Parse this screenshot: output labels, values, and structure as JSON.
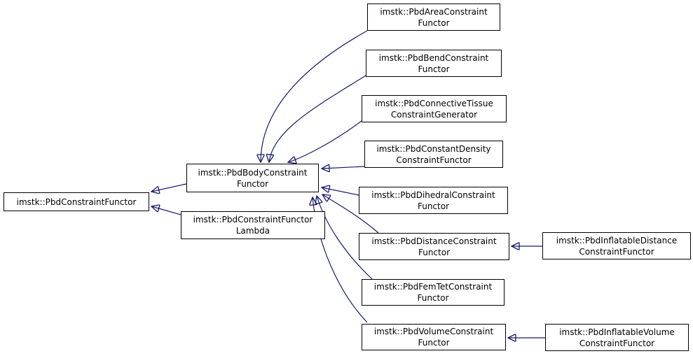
{
  "colors": {
    "background": "#ffffff",
    "node_fill": "#ffffff",
    "node_border": "#000000",
    "node_text": "#000000",
    "edge": "#191970"
  },
  "nodes": [
    {
      "id": "pbd-constraint-functor",
      "label": "imstk::PbdConstraintFunctor"
    },
    {
      "id": "pbd-body-constraint-functor",
      "label": "imstk::PbdBodyConstraint\nFunctor"
    },
    {
      "id": "pbd-constraint-functor-lambda",
      "label": "imstk::PbdConstraintFunctor\nLambda"
    },
    {
      "id": "pbd-area-constraint-functor",
      "label": "imstk::PbdAreaConstraint\nFunctor"
    },
    {
      "id": "pbd-bend-constraint-functor",
      "label": "imstk::PbdBendConstraint\nFunctor"
    },
    {
      "id": "pbd-connective-tissue-constraint-generator",
      "label": "imstk::PbdConnectiveTissue\nConstraintGenerator"
    },
    {
      "id": "pbd-constant-density-constraint-functor",
      "label": "imstk::PbdConstantDensity\nConstraintFunctor"
    },
    {
      "id": "pbd-dihedral-constraint-functor",
      "label": "imstk::PbdDihedralConstraint\nFunctor"
    },
    {
      "id": "pbd-distance-constraint-functor",
      "label": "imstk::PbdDistanceConstraint\nFunctor"
    },
    {
      "id": "pbd-fem-tet-constraint-functor",
      "label": "imstk::PbdFemTetConstraint\nFunctor"
    },
    {
      "id": "pbd-volume-constraint-functor",
      "label": "imstk::PbdVolumeConstraint\nFunctor"
    },
    {
      "id": "pbd-inflatable-distance-constraint-functor",
      "label": "imstk::PbdInflatableDistance\nConstraintFunctor"
    },
    {
      "id": "pbd-inflatable-volume-constraint-functor",
      "label": "imstk::PbdInflatableVolume\nConstraintFunctor"
    }
  ],
  "edges": [
    {
      "from": "pbd-body-constraint-functor",
      "to": "pbd-constraint-functor"
    },
    {
      "from": "pbd-constraint-functor-lambda",
      "to": "pbd-constraint-functor"
    },
    {
      "from": "pbd-area-constraint-functor",
      "to": "pbd-body-constraint-functor"
    },
    {
      "from": "pbd-bend-constraint-functor",
      "to": "pbd-body-constraint-functor"
    },
    {
      "from": "pbd-connective-tissue-constraint-generator",
      "to": "pbd-body-constraint-functor"
    },
    {
      "from": "pbd-constant-density-constraint-functor",
      "to": "pbd-body-constraint-functor"
    },
    {
      "from": "pbd-dihedral-constraint-functor",
      "to": "pbd-body-constraint-functor"
    },
    {
      "from": "pbd-distance-constraint-functor",
      "to": "pbd-body-constraint-functor"
    },
    {
      "from": "pbd-fem-tet-constraint-functor",
      "to": "pbd-body-constraint-functor"
    },
    {
      "from": "pbd-volume-constraint-functor",
      "to": "pbd-body-constraint-functor"
    },
    {
      "from": "pbd-inflatable-distance-constraint-functor",
      "to": "pbd-distance-constraint-functor"
    },
    {
      "from": "pbd-inflatable-volume-constraint-functor",
      "to": "pbd-volume-constraint-functor"
    }
  ]
}
